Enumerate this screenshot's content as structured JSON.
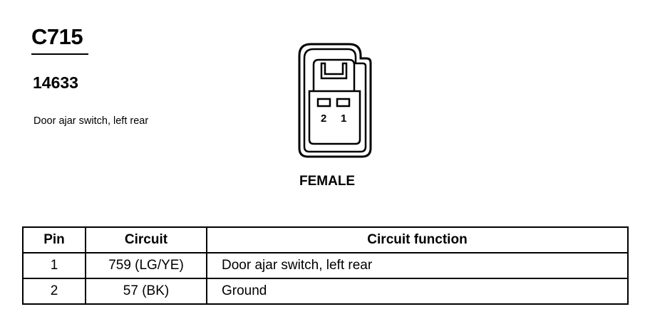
{
  "connector": {
    "id": "C715",
    "part_number": "14633",
    "description": "Door ajar switch, left rear",
    "gender": "FEMALE",
    "pin_labels": [
      "2",
      "1"
    ]
  },
  "table": {
    "headers": [
      "Pin",
      "Circuit",
      "Circuit function"
    ],
    "rows": [
      {
        "pin": "1",
        "circuit": "759 (LG/YE)",
        "function": "Door ajar switch, left rear"
      },
      {
        "pin": "2",
        "circuit": "57 (BK)",
        "function": "Ground"
      }
    ]
  }
}
